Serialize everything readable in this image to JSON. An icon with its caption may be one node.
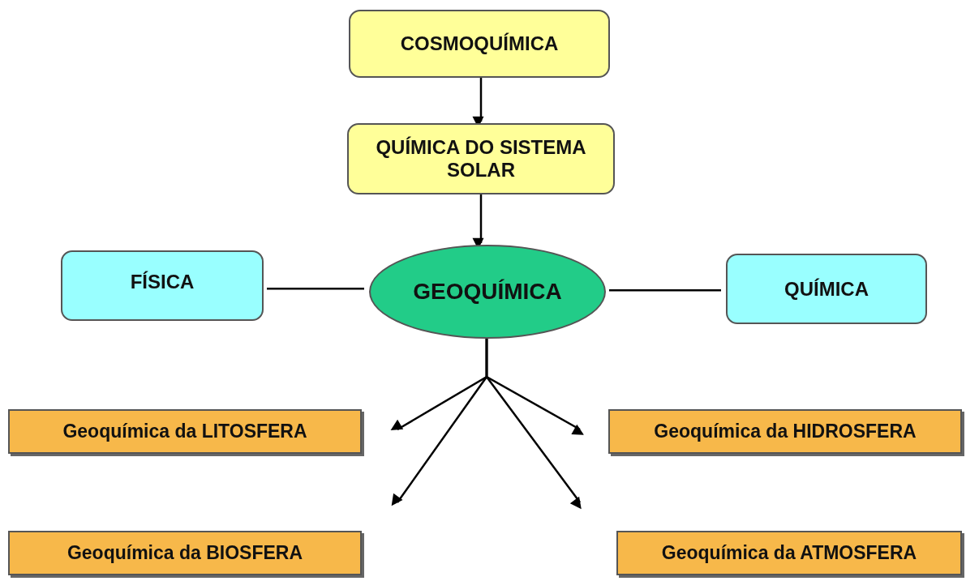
{
  "diagram": {
    "nodes": [
      {
        "text": [
          "COSMOQUÍMICA"
        ]
      },
      {
        "text": [
          "QUÍMICA DO SISTEMA SOLAR"
        ]
      },
      {
        "text": [
          "FÍSICA"
        ]
      },
      {
        "text": [
          "GEOQUÍMICA"
        ]
      },
      {
        "text": [
          "QUÍMICA"
        ]
      },
      {
        "text": [
          "Geoquímica da LITOSFERA"
        ]
      },
      {
        "text": [
          "Geoquímica da HIDROSFERA"
        ]
      },
      {
        "text": [
          "Geoquímica da BIOSFERA"
        ]
      },
      {
        "text": [
          "Geoquímica da ATMOSFERA"
        ]
      }
    ],
    "edges": [
      {
        "from": 0,
        "to": 1,
        "arrow": "to"
      },
      {
        "from": 1,
        "to": 3,
        "arrow": "to"
      },
      {
        "from": 2,
        "to": 3,
        "arrow": "none"
      },
      {
        "from": 3,
        "to": 4,
        "arrow": "none"
      },
      {
        "from": 3,
        "to": 5,
        "arrow": "to"
      },
      {
        "from": 3,
        "to": 6,
        "arrow": "to"
      },
      {
        "from": 3,
        "to": 7,
        "arrow": "to"
      },
      {
        "from": 3,
        "to": 8,
        "arrow": "to"
      }
    ]
  }
}
